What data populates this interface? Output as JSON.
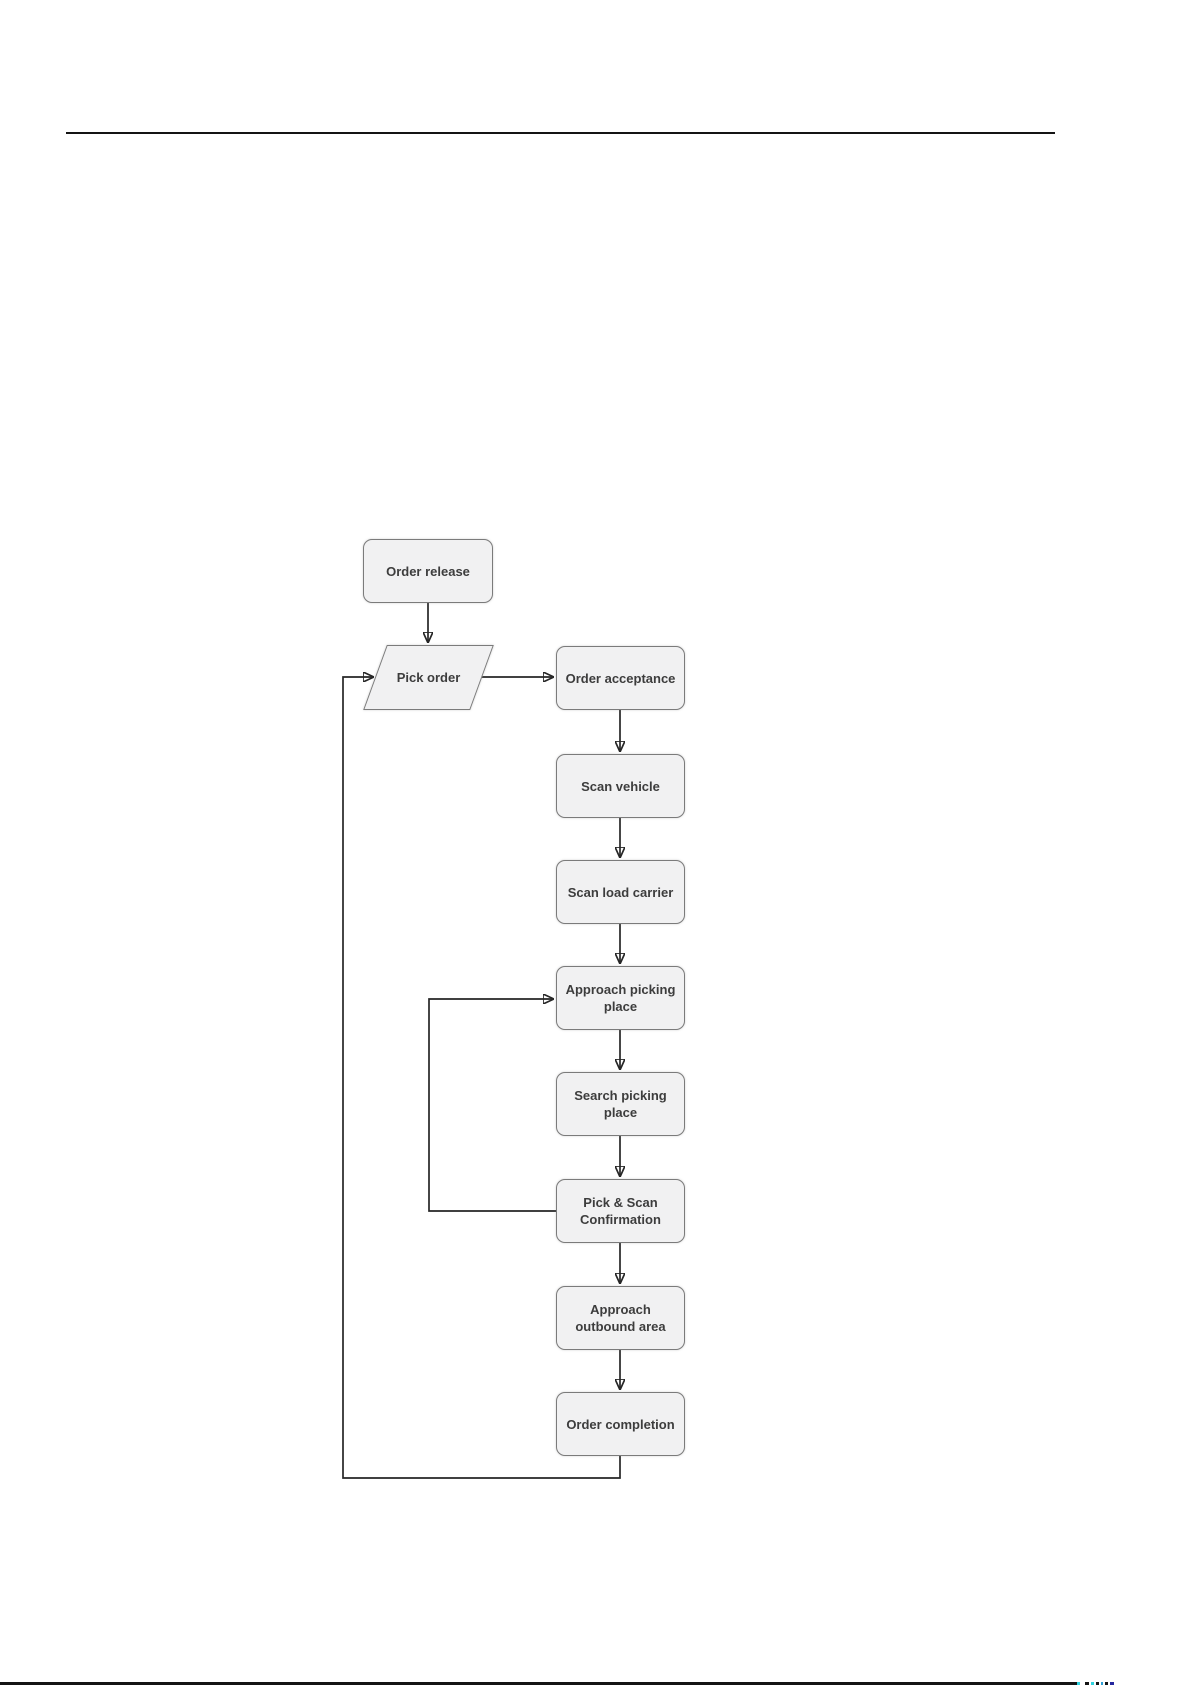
{
  "page": {
    "background": "#ffffff",
    "top_rule_color": "#141414",
    "bottom_edge_color": "#141414",
    "bottom_artifact_colors": [
      "#2fd3e0",
      "#2e9fd6",
      "#24269e"
    ]
  },
  "diagram": {
    "box_fill": "#f1f1f2",
    "box_border": "#7b7b7b",
    "text_color": "#3d3d3d",
    "connector_color": "#262626",
    "nodes": [
      {
        "id": "order-release",
        "label": "Order release",
        "shape": "rounded-rectangle"
      },
      {
        "id": "pick-order",
        "label": "Pick order",
        "shape": "parallelogram"
      },
      {
        "id": "order-acceptance",
        "label": "Order acceptance",
        "shape": "rounded-rectangle"
      },
      {
        "id": "scan-vehicle",
        "label": "Scan vehicle",
        "shape": "rounded-rectangle"
      },
      {
        "id": "scan-load-carrier",
        "label": "Scan load carrier",
        "shape": "rounded-rectangle"
      },
      {
        "id": "approach-picking-place",
        "label": "Approach picking place",
        "shape": "rounded-rectangle"
      },
      {
        "id": "search-picking-place",
        "label": "Search picking place",
        "shape": "rounded-rectangle"
      },
      {
        "id": "pick-scan-confirmation",
        "label": "Pick & Scan Confirmation",
        "shape": "rounded-rectangle"
      },
      {
        "id": "approach-outbound-area",
        "label": "Approach outbound area",
        "shape": "rounded-rectangle"
      },
      {
        "id": "order-completion",
        "label": "Order completion",
        "shape": "rounded-rectangle"
      }
    ],
    "edges": [
      {
        "from": "order-release",
        "to": "pick-order",
        "type": "straight"
      },
      {
        "from": "pick-order",
        "to": "order-acceptance",
        "type": "straight"
      },
      {
        "from": "order-acceptance",
        "to": "scan-vehicle",
        "type": "straight"
      },
      {
        "from": "scan-vehicle",
        "to": "scan-load-carrier",
        "type": "straight"
      },
      {
        "from": "scan-load-carrier",
        "to": "approach-picking-place",
        "type": "straight"
      },
      {
        "from": "approach-picking-place",
        "to": "search-picking-place",
        "type": "straight"
      },
      {
        "from": "search-picking-place",
        "to": "pick-scan-confirmation",
        "type": "straight"
      },
      {
        "from": "pick-scan-confirmation",
        "to": "approach-picking-place",
        "type": "loop-back"
      },
      {
        "from": "pick-scan-confirmation",
        "to": "approach-outbound-area",
        "type": "straight"
      },
      {
        "from": "approach-outbound-area",
        "to": "order-completion",
        "type": "straight"
      },
      {
        "from": "order-completion",
        "to": "pick-order",
        "type": "loop-back"
      }
    ]
  }
}
